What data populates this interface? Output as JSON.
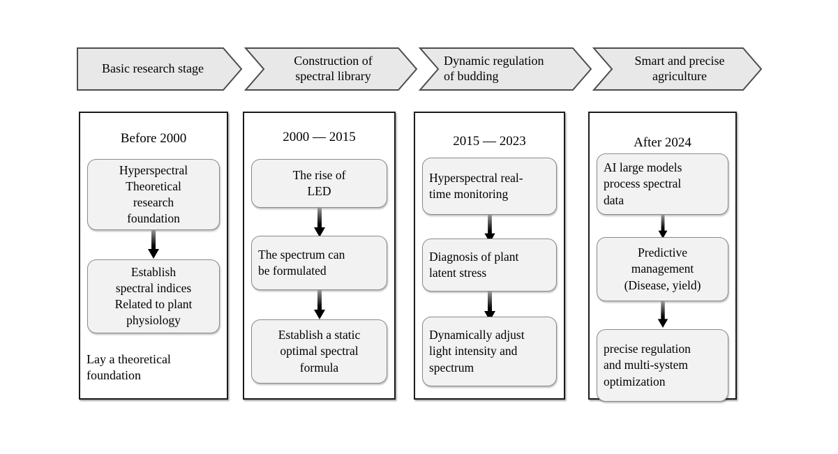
{
  "diagram": {
    "stages": [
      {
        "header": "Basic research stage",
        "period": "Before 2000",
        "steps": [
          "Hyperspectral\nTheoretical\nresearch\nfoundation",
          "Establish\nspectral indices\nRelated to plant\nphysiology"
        ],
        "footnote": "Lay a theoretical\nfoundation"
      },
      {
        "header": "Construction of\nspectral library",
        "period": "2000 — 2015",
        "steps": [
          "The rise of\nLED",
          "The spectrum can\nbe formulated",
          "Establish a static\noptimal spectral\nformula"
        ]
      },
      {
        "header": "Dynamic regulation\nof budding",
        "period": "2015 — 2023",
        "steps": [
          "Hyperspectral real-\ntime monitoring",
          "Diagnosis of plant\nlatent stress",
          "Dynamically adjust\nlight intensity and\nspectrum"
        ]
      },
      {
        "header": "Smart and precise\nagriculture",
        "period": "After 2024",
        "steps": [
          "AI large models\nprocess spectral\ndata",
          "Predictive\nmanagement\n(Disease, yield)",
          "precise regulation\nand multi-system\noptimization"
        ]
      }
    ],
    "colors": {
      "banner_fill": "#e8e8e8",
      "banner_stroke": "#4d4d4d",
      "step_fill": "#f2f2f2",
      "step_stroke": "#8a8a8a",
      "panel_stroke": "#1a1a1a",
      "arrow_color": "#000000"
    }
  }
}
